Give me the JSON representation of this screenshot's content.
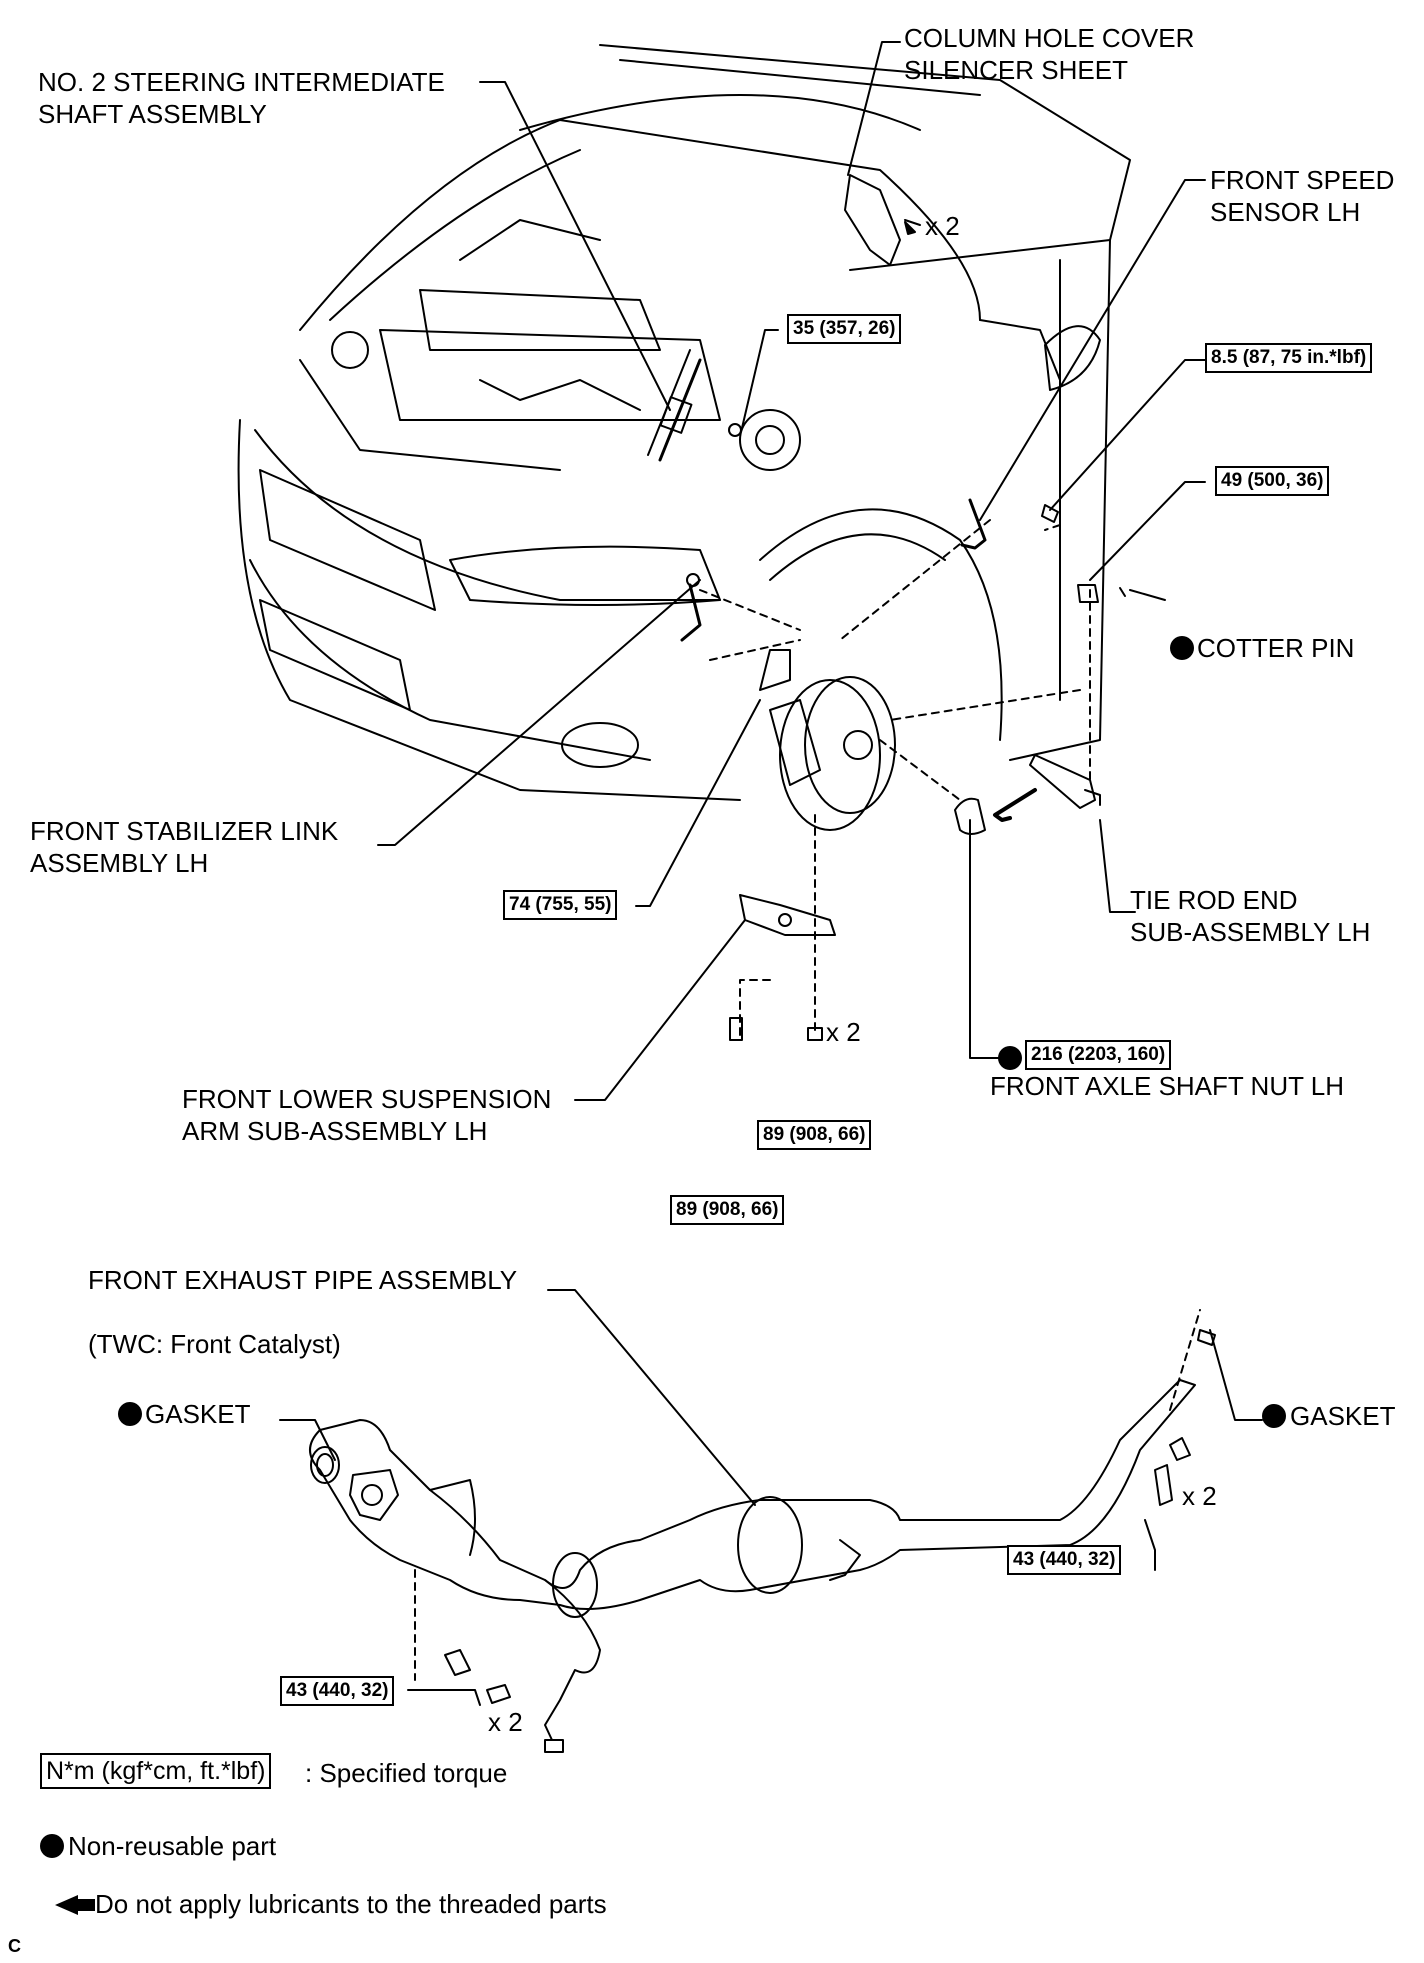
{
  "labels": {
    "column_cover": "COLUMN HOLE COVER\nSILENCER SHEET",
    "intermediate_shaft": "NO. 2 STEERING INTERMEDIATE\nSHAFT ASSEMBLY",
    "speed_sensor": "FRONT SPEED\nSENSOR LH",
    "cotter_pin": "COTTER PIN",
    "stabilizer_link": "FRONT STABILIZER LINK\nASSEMBLY LH",
    "tie_rod": "TIE ROD END\nSUB-ASSEMBLY LH",
    "lower_arm": "FRONT LOWER SUSPENSION\nARM SUB-ASSEMBLY LH",
    "axle_nut": "FRONT AXLE SHAFT NUT LH",
    "exhaust_pipe": "FRONT EXHAUST PIPE ASSEMBLY",
    "twc": "(TWC: Front Catalyst)",
    "gasket_left": "GASKET",
    "gasket_right": "GASKET",
    "x2_cover": "x 2",
    "x2_lower": "x 2",
    "x2_exhaust_right": "x 2",
    "x2_exhaust_left": "x 2",
    "corner_mark": "C"
  },
  "torques": {
    "t35": "35 (357, 26)",
    "t85": "8.5 (87, 75 in.*lbf)",
    "t49": "49 (500, 36)",
    "t74": "74 (755, 55)",
    "t216": "216 (2203, 160)",
    "t89a": "89 (908, 66)",
    "t89b": "89 (908, 66)",
    "t43r": "43 (440, 32)",
    "t43l": "43 (440, 32)"
  },
  "legend": {
    "torque_unit": "N*m (kgf*cm, ft.*lbf)",
    "torque_desc": ": Specified torque",
    "non_reusable": "Non-reusable part",
    "no_lube": "Do not apply lubricants to the threaded parts"
  }
}
